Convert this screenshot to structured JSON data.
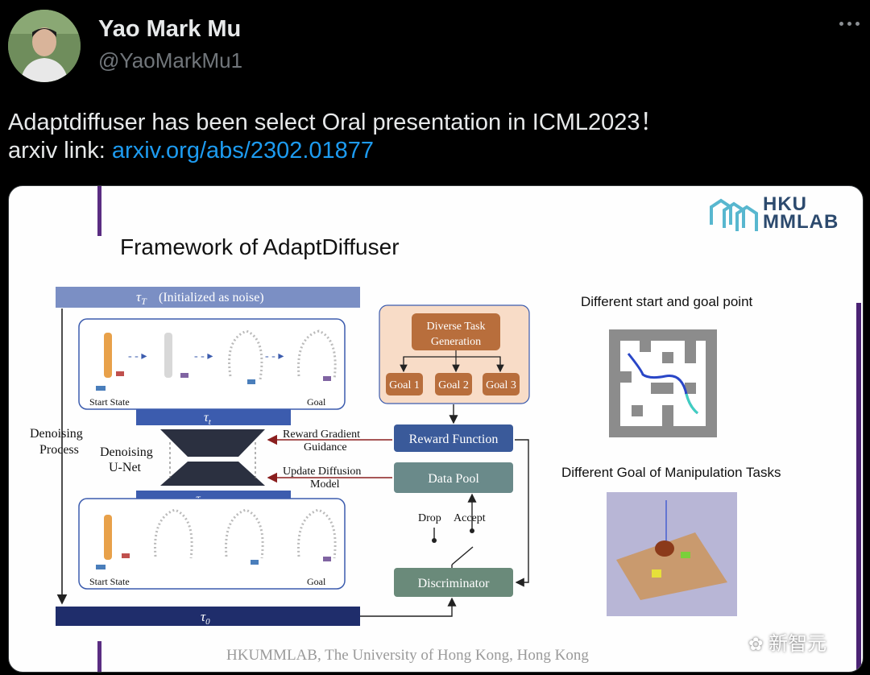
{
  "user": {
    "name": "Yao Mark Mu",
    "handle": "@YaoMarkMu1"
  },
  "tweet": {
    "line1": "Adaptdiffuser has been select Oral presentation in ICML2023！",
    "line2_prefix": "arxiv link: ",
    "link_text": "arxiv.org/abs/2302.01877"
  },
  "slide": {
    "title": "Framework of AdaptDiffuser",
    "logo_line1": "HKU",
    "logo_line2": "MMLAB",
    "footer": "HKUMMLAB, The University of Hong Kong, Hong Kong",
    "diagram": {
      "noise_label": "(Initialized as noise)",
      "denoising_process": [
        "Denoising",
        "Process"
      ],
      "unet": [
        "Denoising",
        "U-Net"
      ],
      "start_state": "Start State",
      "goal": "Goal",
      "diverse_task": [
        "Diverse Task",
        "Generation"
      ],
      "goals": [
        "Goal 1",
        "Goal 2",
        "Goal 3"
      ],
      "reward_gradient": [
        "Reward Gradient",
        "Guidance"
      ],
      "update_diffusion": [
        "Update Diffusion",
        "Model"
      ],
      "reward_function": "Reward Function",
      "data_pool": "Data Pool",
      "drop": "Drop",
      "accept": "Accept",
      "discriminator": "Discriminator"
    },
    "right": {
      "caption1": "Different start and goal point",
      "caption2": "Different Goal of Manipulation Tasks"
    }
  },
  "watermark": "新智元",
  "colors": {
    "link": "#1d9bf0",
    "brand_purple": "#5a2d82",
    "box_brown": "#b86e3c",
    "box_blue": "#3a5a9a",
    "box_teal": "#6a8a8a",
    "tau_bar": "#3c5cae"
  }
}
